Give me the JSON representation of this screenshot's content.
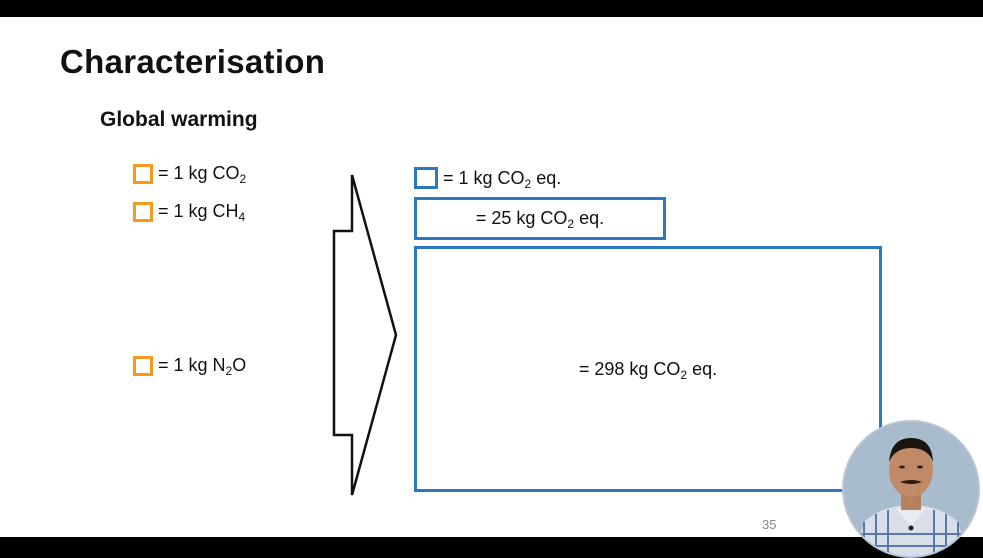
{
  "slide": {
    "title": "Characterisation",
    "subtitle": "Global warming",
    "page_number": "35"
  },
  "left_items": [
    {
      "prefix": "= 1 kg CO",
      "sub": "2",
      "suffix": ""
    },
    {
      "prefix": "= 1 kg CH",
      "sub": "4",
      "suffix": ""
    },
    {
      "prefix": "= 1 kg N",
      "sub": "2",
      "suffix": "O"
    }
  ],
  "right_items": [
    {
      "prefix": "= 1 kg CO",
      "sub": "2",
      "suffix": " eq."
    },
    {
      "prefix": "= 25 kg CO",
      "sub": "2",
      "suffix": " eq."
    },
    {
      "prefix": "= 298 kg CO",
      "sub": "2",
      "suffix": " eq."
    }
  ],
  "colors": {
    "orange_square": "#f39a1e",
    "blue_box": "#2c77c0"
  },
  "icons": {
    "arrow": "right-arrow-icon",
    "presenter": "presenter-video-icon"
  }
}
